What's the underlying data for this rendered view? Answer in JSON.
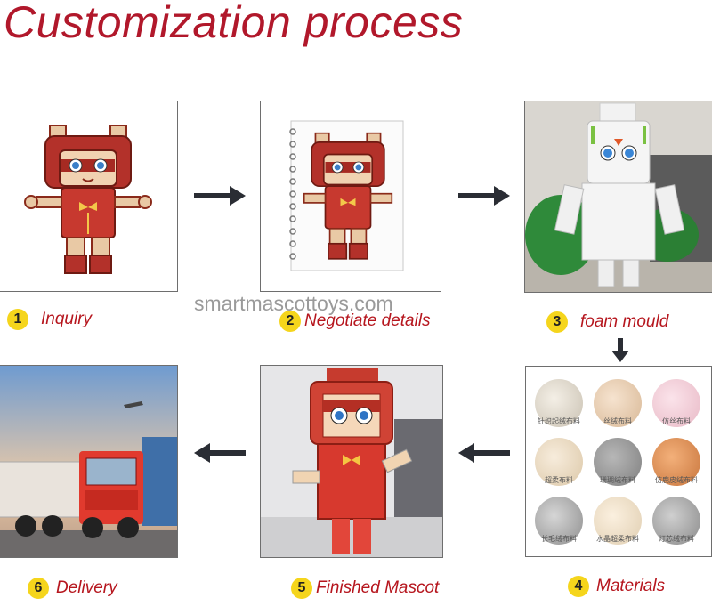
{
  "title": "Customization process",
  "watermark": "smartmascottoys.com",
  "steps": [
    {
      "num": "1",
      "label": "Inquiry"
    },
    {
      "num": "2",
      "label": "Negotiate details"
    },
    {
      "num": "3",
      "label": "foam mould"
    },
    {
      "num": "4",
      "label": "Materials"
    },
    {
      "num": "5",
      "label": "Finished Mascot"
    },
    {
      "num": "6",
      "label": "Delivery"
    }
  ],
  "fabric_labels": [
    "针织起绒布料",
    "丝绒布料",
    "仿丝布料",
    "超柔布料",
    "珊瑚绒布料",
    "仿鹿皮绒布料",
    "长毛绒布料",
    "水晶超柔布料",
    "灯芯绒布料"
  ],
  "colors": {
    "title": "#b1182b",
    "label": "#b6161e",
    "badge": "#f5d51c"
  }
}
